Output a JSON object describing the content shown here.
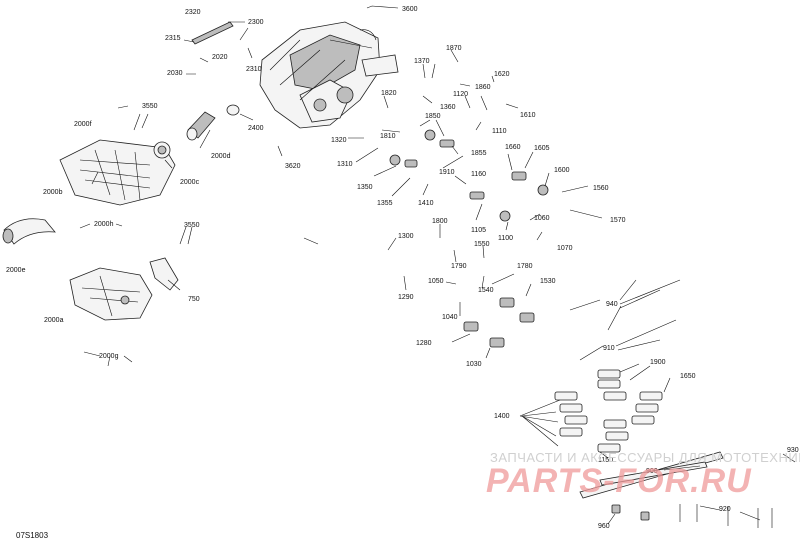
{
  "diagram_code": "07S1803",
  "watermark": {
    "line1": "ЗАПЧАСТИ И АКСЕССУАРЫ ДЛЯ МОТОТЕХНИКИ",
    "line2": "PARTS-FOR.RU"
  },
  "callouts": [
    "2320",
    "2300",
    "3600",
    "2315",
    "2020",
    "2030",
    "2310",
    "1870",
    "1370",
    "1620",
    "1860",
    "1120",
    "3550",
    "1820",
    "1360",
    "1610",
    "2000f",
    "1850",
    "1110",
    "2400",
    "1320",
    "1810",
    "2000d",
    "1660",
    "1605",
    "1855",
    "3620",
    "1310",
    "2000c",
    "1910",
    "1160",
    "1600",
    "2000b",
    "1350",
    "1560",
    "1355",
    "1410",
    "1105",
    "1060",
    "1570",
    "2000h",
    "3550",
    "1100",
    "1800",
    "1070",
    "1300",
    "1550",
    "2000e",
    "1790",
    "1780",
    "1050",
    "1530",
    "1540",
    "750",
    "1290",
    "940",
    "1040",
    "2000a",
    "1280",
    "910",
    "1030",
    "2000g",
    "1900",
    "1650",
    "1400",
    "1150",
    "930",
    "900",
    "920",
    "960"
  ]
}
